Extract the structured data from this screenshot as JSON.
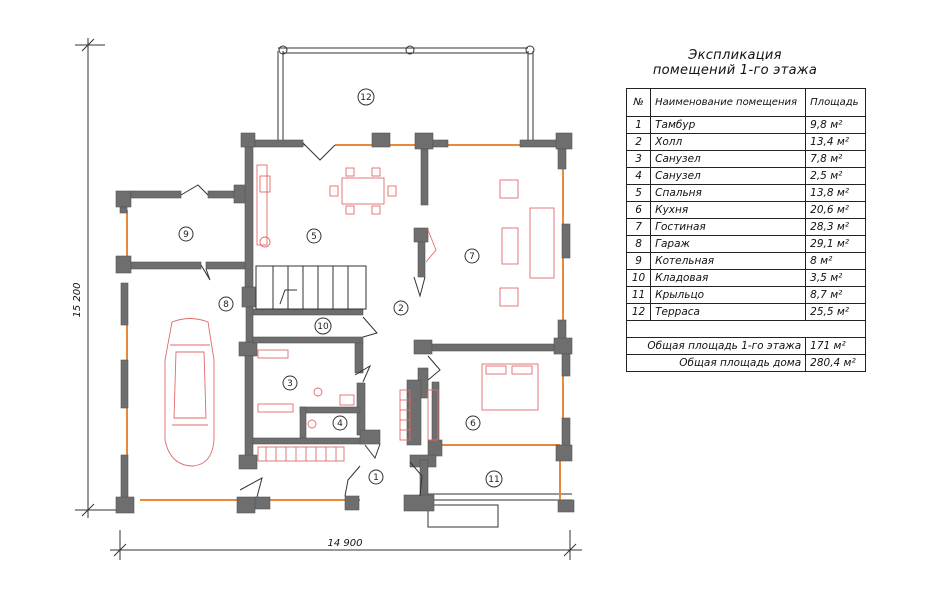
{
  "title_line1": "Экспликация",
  "title_line2": "помещений 1-го этажа",
  "table": {
    "headers": {
      "no": "№",
      "name": "Наименование помещения",
      "area": "Площадь"
    },
    "rows": [
      {
        "no": "1",
        "name": "Тамбур",
        "area": "9,8 м²"
      },
      {
        "no": "2",
        "name": "Холл",
        "area": "13,4 м²"
      },
      {
        "no": "3",
        "name": "Санузел",
        "area": "7,8 м²"
      },
      {
        "no": "4",
        "name": "Санузел",
        "area": "2,5 м²"
      },
      {
        "no": "5",
        "name": "Спальня",
        "area": "13,8 м²"
      },
      {
        "no": "6",
        "name": "Кухня",
        "area": "20,6 м²"
      },
      {
        "no": "7",
        "name": "Гостиная",
        "area": "28,3 м²"
      },
      {
        "no": "8",
        "name": "Гараж",
        "area": "29,1 м²"
      },
      {
        "no": "9",
        "name": "Котельная",
        "area": "8 м²"
      },
      {
        "no": "10",
        "name": "Кладовая",
        "area": "3,5 м²"
      },
      {
        "no": "11",
        "name": "Крыльцо",
        "area": "8,7 м²"
      },
      {
        "no": "12",
        "name": "Терраса",
        "area": "25,5 м²"
      }
    ],
    "totals": [
      {
        "label": "Общая площадь 1-го этажа",
        "value": "171 м²"
      },
      {
        "label": "Общая площадь дома",
        "value": "280,4 м²"
      }
    ]
  },
  "dimensions": {
    "width": "14 900",
    "height": "15 200"
  },
  "room_labels": [
    "1",
    "2",
    "3",
    "4",
    "5",
    "6",
    "7",
    "8",
    "9",
    "10",
    "11",
    "12"
  ],
  "colors": {
    "wall": "#6e6e6e",
    "window": "#e8893a",
    "furniture": "#e26a6a",
    "line": "#333333"
  }
}
